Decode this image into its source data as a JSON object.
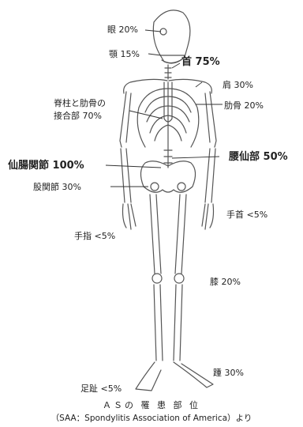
{
  "labels": {
    "jaw": "顎 15%",
    "eye": "眼 20%",
    "neck": "首 75%",
    "shoulder": "肩 30%",
    "rib": "肋骨 20%",
    "costal_line1": "脊柱と肋骨の",
    "costal_line2": "接合部 70%",
    "lumbosacral": "腰仙部 50%",
    "sacroiliac": "仙腸関節 100%",
    "hip": "股関節 30%",
    "wrist": "手首 <5%",
    "finger": "手指 <5%",
    "knee": "膝 20%",
    "heel": "踵 30%",
    "toe": "足趾 <5%"
  },
  "caption": {
    "title": "ＡＳの 罹 患 部 位",
    "source": "（SAA：Spondylitis Association of America）より"
  }
}
